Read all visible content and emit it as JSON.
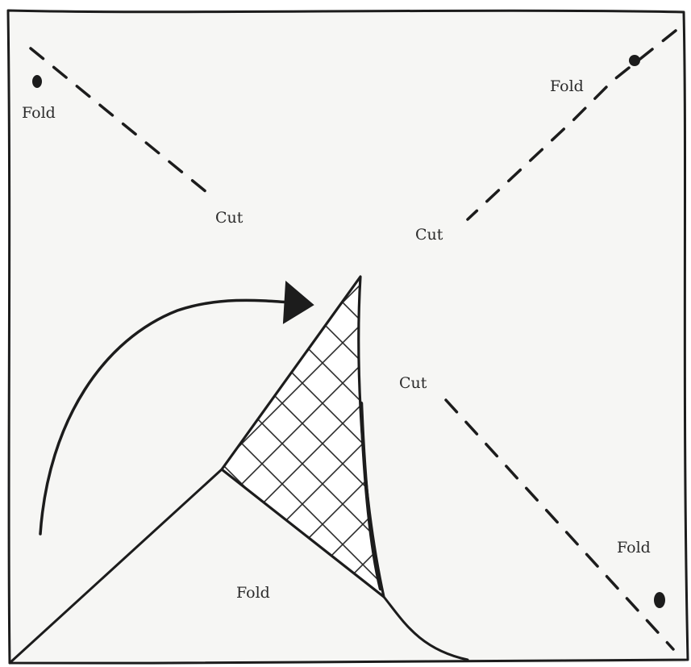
{
  "labels": {
    "fold_top_left": "Fold",
    "fold_top_right": "Fold",
    "fold_bottom_right": "Fold",
    "fold_bottom_center": "Fold",
    "cut_upper_left": "Cut",
    "cut_upper_right": "Cut",
    "cut_middle": "Cut"
  },
  "colors": {
    "ink": "#1c1c1c",
    "paper": "#f6f6f4",
    "hatch": "#2b2b2b"
  },
  "icons": {
    "corner_dots": "filled-circle",
    "arrow": "curved-arrow"
  }
}
